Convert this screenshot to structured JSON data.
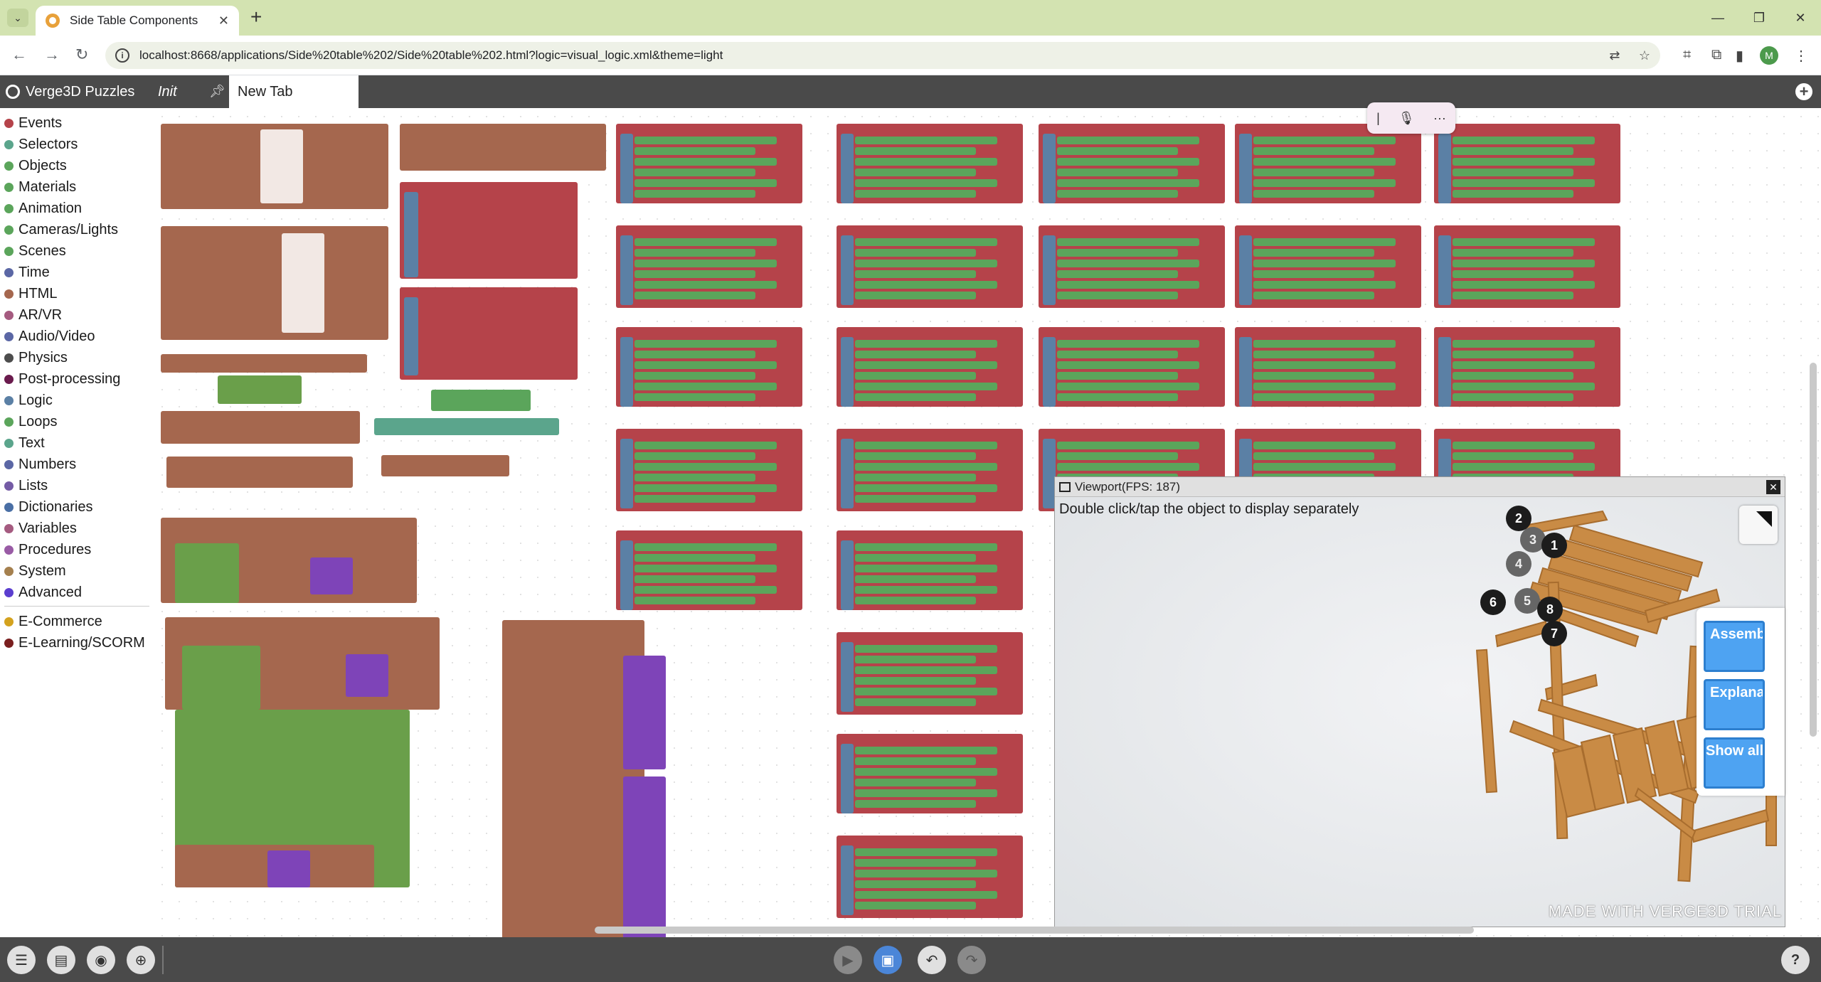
{
  "browser": {
    "tab_title": "Side Table Components",
    "url": "localhost:8668/applications/Side%20table%202/Side%20table%202.html?logic=visual_logic.xml&theme=light",
    "profile_initial": "M"
  },
  "editor": {
    "app_title": "Verge3D Puzzles",
    "workspace_tabs": [
      "Init",
      "New Tab"
    ]
  },
  "toolbox": {
    "categories": [
      {
        "label": "Events",
        "color": "#b5434a"
      },
      {
        "label": "Selectors",
        "color": "#5ba58c"
      },
      {
        "label": "Objects",
        "color": "#5ba55b"
      },
      {
        "label": "Materials",
        "color": "#5ba55b"
      },
      {
        "label": "Animation",
        "color": "#5ba55b"
      },
      {
        "label": "Cameras/Lights",
        "color": "#5ba55b"
      },
      {
        "label": "Scenes",
        "color": "#5ba55b"
      },
      {
        "label": "Time",
        "color": "#5b67a5"
      },
      {
        "label": "HTML",
        "color": "#a5674e"
      },
      {
        "label": "AR/VR",
        "color": "#a55b80"
      },
      {
        "label": "Audio/Video",
        "color": "#5b67a5"
      },
      {
        "label": "Physics",
        "color": "#4d4d4d"
      },
      {
        "label": "Post-processing",
        "color": "#6a1b4d"
      },
      {
        "label": "Logic",
        "color": "#5b80a5"
      },
      {
        "label": "Loops",
        "color": "#5ba55b"
      },
      {
        "label": "Text",
        "color": "#5ba58c"
      },
      {
        "label": "Numbers",
        "color": "#5b67a5"
      },
      {
        "label": "Lists",
        "color": "#745ba5"
      },
      {
        "label": "Dictionaries",
        "color": "#4a6fa5"
      },
      {
        "label": "Variables",
        "color": "#a55b80"
      },
      {
        "label": "Procedures",
        "color": "#995ba5"
      },
      {
        "label": "System",
        "color": "#a5804e"
      },
      {
        "label": "Advanced",
        "color": "#5b3ecf"
      }
    ],
    "plugins": [
      {
        "label": "E-Commerce",
        "color": "#d4a21e"
      },
      {
        "label": "E-Learning/SCORM",
        "color": "#7a1f1f"
      }
    ]
  },
  "viewport": {
    "title": "Viewport(FPS: 187)",
    "instruction": "Double click/tap the object to display separately",
    "buttons": [
      "Assemble/Explode",
      "Explanation",
      "Show all"
    ],
    "watermark": "MADE WITH VERGE3D TRIAL",
    "markers": [
      "1",
      "2",
      "3",
      "4",
      "5",
      "6",
      "7",
      "8"
    ]
  },
  "icons": {
    "bottom_left": [
      "collapse-all-icon",
      "clean-up-icon",
      "screenshot-icon",
      "center-workspace-icon"
    ],
    "bottom_center": [
      "play-icon",
      "save-icon",
      "undo-icon",
      "redo-icon"
    ],
    "help": "?"
  }
}
